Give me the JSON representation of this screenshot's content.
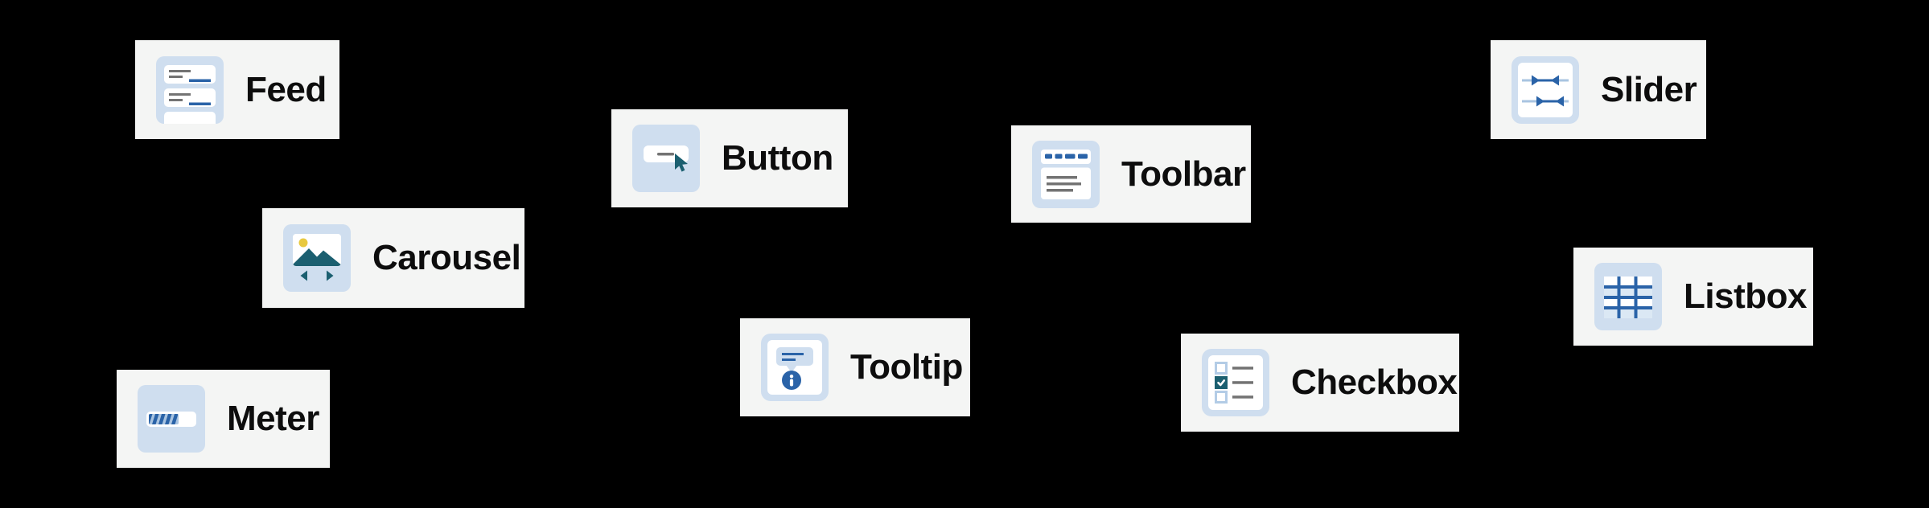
{
  "page": {
    "description": "component gallery tiles on black canvas"
  },
  "colors": {
    "page_bg": "#000000",
    "card_bg": "#f4f5f4",
    "label_text": "#0d0d0d",
    "icon_bg_blue": "#cfdeef",
    "pale_blue": "#dbe8f4",
    "line_blue": "#a9c4e1",
    "accent_blue": "#2a63a8",
    "teal": "#1b5f70",
    "yellow": "#e8c93f",
    "gray_line": "#737373",
    "checkbox_border": "#b3cce6",
    "white": "#ffffff"
  },
  "components": [
    {
      "label": "Feed",
      "icon": "feed-icon"
    },
    {
      "label": "Button",
      "icon": "button-icon"
    },
    {
      "label": "Toolbar",
      "icon": "toolbar-icon"
    },
    {
      "label": "Slider",
      "icon": "slider-icon"
    },
    {
      "label": "Carousel",
      "icon": "carousel-icon"
    },
    {
      "label": "Listbox",
      "icon": "listbox-icon"
    },
    {
      "label": "Tooltip",
      "icon": "tooltip-icon"
    },
    {
      "label": "Checkbox",
      "icon": "checkbox-icon"
    },
    {
      "label": "Meter",
      "icon": "meter-icon"
    }
  ]
}
